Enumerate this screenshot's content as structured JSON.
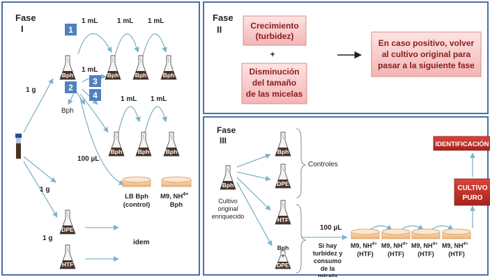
{
  "phase1": {
    "label_fase": "Fase",
    "label_num": "I",
    "steps": [
      "1",
      "2",
      "3",
      "4"
    ],
    "flask_label": "Bph",
    "volume_1ml": "1 mL",
    "volume_100ul": "100 µL",
    "amount_1g": "1 g",
    "plates": [
      {
        "line1": "LB  Bph",
        "line2": "(control)"
      },
      {
        "line1": "M9, NH",
        "sup": "4+",
        "line2": "Bph"
      }
    ],
    "flask_dpe": "DPE",
    "flask_htf": "HTF",
    "idem": "idem"
  },
  "phase2": {
    "label_fase": "Fase",
    "label_num": "II",
    "box_growth": [
      "Crecimiento",
      "(turbidez)"
    ],
    "plus": "+",
    "box_micelle": [
      "Disminución",
      "del tamaño",
      "de las micelas"
    ],
    "result": [
      "En caso positivo, volver",
      "al cultivo original para",
      "pasar a la siguiente fase"
    ]
  },
  "phase3": {
    "label_fase": "Fase",
    "label_num": "III",
    "original_flask": "Bph",
    "original_caption": [
      "Cultivo",
      "original",
      "enriquecido"
    ],
    "controls": [
      "Bph",
      "DPE"
    ],
    "controls_label": "Controles",
    "test_flasks": [
      "HTF"
    ],
    "combo_flask": [
      "Bph",
      "+",
      "DPE"
    ],
    "volume": "100 µL",
    "condition": [
      "Si hay",
      "turbidez y",
      "consumo",
      "de la",
      "micela"
    ],
    "plate_line1": "M9, NH",
    "plate_sup": "4+",
    "plate_line2": "(HTF)",
    "cultivo_puro": [
      "CULTIVO",
      "PURO"
    ],
    "identificacion": "IDENTIFICACIÓN"
  },
  "colors": {
    "border": "#4a6fa5",
    "arrow": "#7fb3c8",
    "step_box": "#4f81bd",
    "pink_fill": "#f8c9c9",
    "red_box": "#c0302a",
    "plate": "#f4c79a",
    "soil": "#4a3326"
  }
}
